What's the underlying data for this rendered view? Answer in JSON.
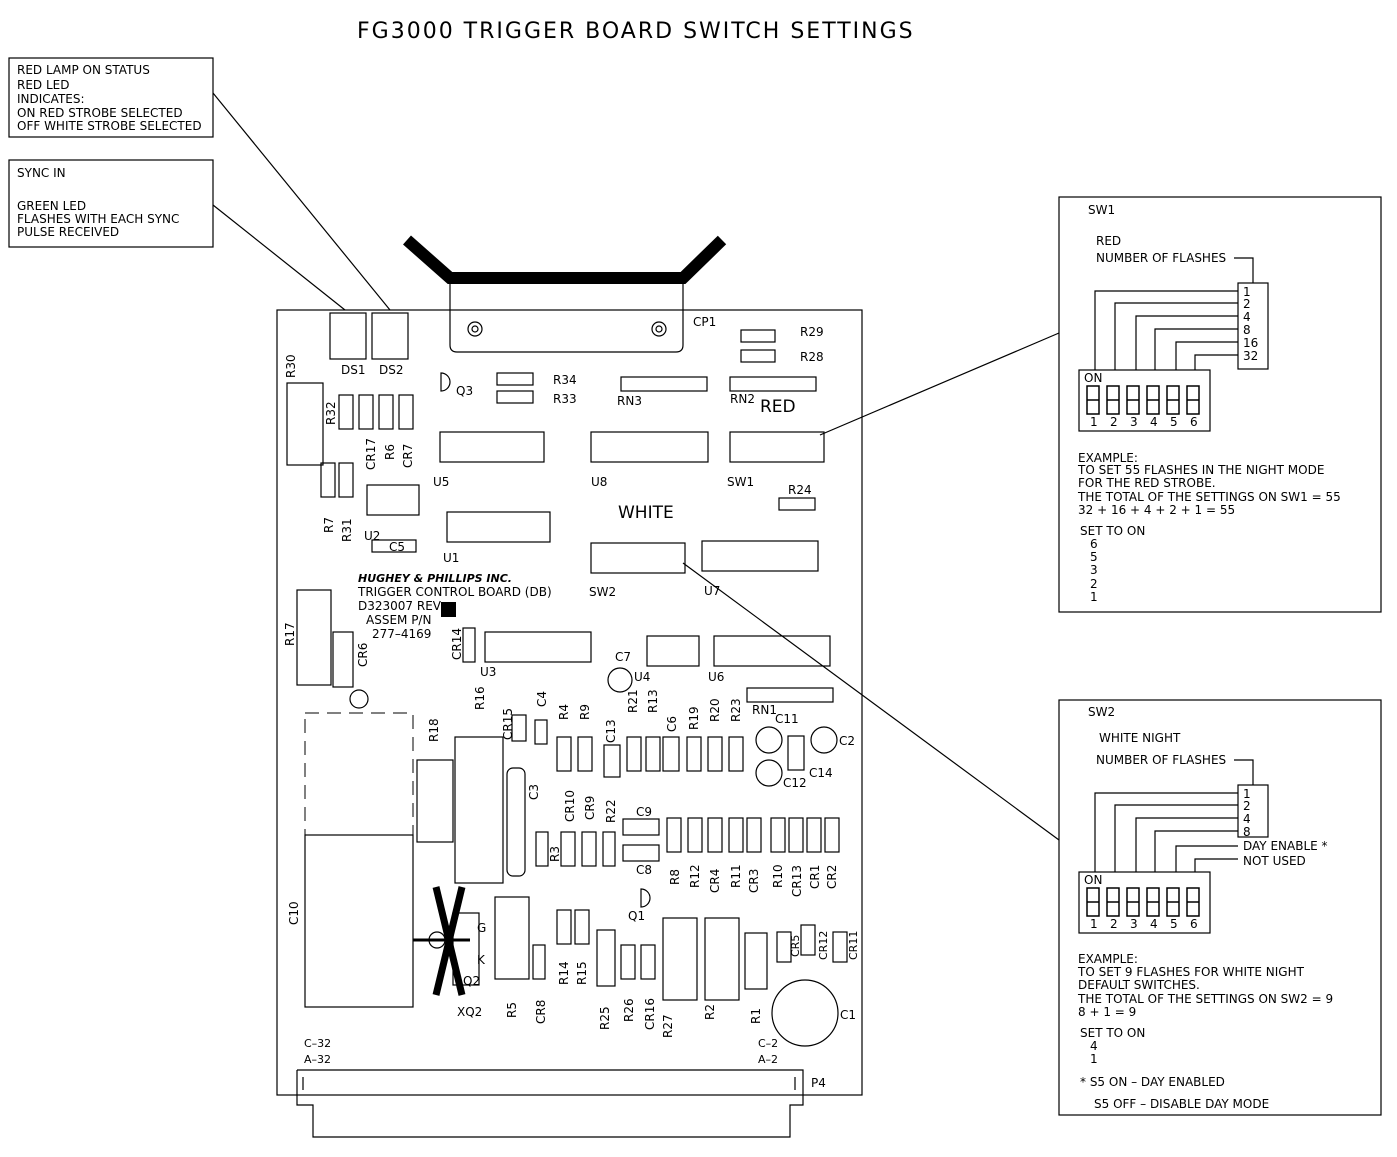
{
  "title": "FG3000  TRIGGER  BOARD  SWITCH  SETTINGS",
  "note_red": {
    "lines": [
      "RED  LAMP  ON  STATUS",
      "RED  LED",
      "INDICATES:",
      "ON  RED  STROBE  SELECTED",
      "OFF  WHITE  STROBE  SELECTED"
    ]
  },
  "note_sync": {
    "lines": [
      "SYNC  IN",
      "GREEN  LED",
      "FLASHES  WITH  EACH  SYNC",
      "PULSE  RECEIVED"
    ]
  },
  "sw1_panel": {
    "header": "SW1",
    "caption": [
      "RED",
      "NUMBER  OF  FLASHES"
    ],
    "values": [
      "1",
      "2",
      "4",
      "8",
      "16",
      "32"
    ],
    "on_label": "ON",
    "numbers": [
      "1",
      "2",
      "3",
      "4",
      "5",
      "6"
    ],
    "example": [
      "EXAMPLE:",
      "TO  SET  55  FLASHES  IN  THE  NIGHT  MODE",
      "FOR  THE  RED  STROBE.",
      "THE  TOTAL  OF  THE  SETTINGS  ON  SW1  =  55",
      "32  +  16  +  4  +  2  +  1  =  55"
    ],
    "set_to_on_label": "SET  TO  ON",
    "set_to_on": [
      "6",
      "5",
      "3",
      "2",
      "1"
    ]
  },
  "sw2_panel": {
    "header": "SW2",
    "caption": [
      "WHITE  NIGHT",
      "NUMBER  OF  FLASHES"
    ],
    "values": [
      "1",
      "2",
      "4",
      "8"
    ],
    "day_enable": "DAY  ENABLE  *",
    "not_used": "NOT  USED",
    "on_label": "ON",
    "numbers": [
      "1",
      "2",
      "3",
      "4",
      "5",
      "6"
    ],
    "example": [
      "EXAMPLE:",
      "TO  SET  9  FLASHES  FOR  WHITE  NIGHT",
      "DEFAULT  SWITCHES.",
      "THE  TOTAL  OF  THE  SETTINGS  ON  SW2  =  9",
      "8  +  1  =  9"
    ],
    "set_to_on_label": "SET  TO  ON",
    "set_to_on": [
      "4",
      "1"
    ],
    "footnotes": [
      "*  S5  ON  –  DAY  ENABLED",
      "S5  OFF  –  DISABLE  DAY  MODE"
    ]
  },
  "board": {
    "maker": "HUGHEY & PHILLIPS INC.",
    "product": "TRIGGER  CONTROL  BOARD  (DB)",
    "part_rev": "D323007  REV",
    "assem": "ASSEM  P/N",
    "assem_no": "277–4169",
    "red_label": "RED",
    "white_label": "WHITE",
    "labels": {
      "DS1": "DS1",
      "DS2": "DS2",
      "CP1": "CP1",
      "R29": "R29",
      "R28": "R28",
      "R34": "R34",
      "R33": "R33",
      "Q3": "Q3",
      "RN3": "RN3",
      "RN2": "RN2",
      "R30": "R30",
      "R32": "R32",
      "CR17": "CR17",
      "R6": "R6",
      "CR7": "CR7",
      "U5": "U5",
      "U8": "U8",
      "SW1": "SW1",
      "R24": "R24",
      "R7": "R7",
      "R31": "R31",
      "U2": "U2",
      "C5": "C5",
      "U1": "U1",
      "SW2": "SW2",
      "U7": "U7",
      "R17": "R17",
      "CR6": "CR6",
      "CR14": "CR14",
      "U3": "U3",
      "C7": "C7",
      "U4": "U4",
      "U6": "U6",
      "RN1": "RN1",
      "R16": "R16",
      "CR15": "CR15",
      "C4": "C4",
      "R4": "R4",
      "R9": "R9",
      "R21": "R21",
      "R13": "R13",
      "C6": "C6",
      "R19": "R19",
      "R20": "R20",
      "R23": "R23",
      "C11": "C11",
      "C2": "C2",
      "C14": "C14",
      "C12": "C12",
      "R18": "R18",
      "C13": "C13",
      "C3": "C3",
      "CR10": "CR10",
      "CR9": "CR9",
      "R22": "R22",
      "C9": "C9",
      "R3": "R3",
      "C8": "C8",
      "R8": "R8",
      "R12": "R12",
      "CR4": "CR4",
      "R11": "R11",
      "CR3": "CR3",
      "R10": "R10",
      "CR13": "CR13",
      "CR1": "CR1",
      "CR2": "CR2",
      "C10": "C10",
      "Q1": "Q1",
      "G": "G",
      "K": "K",
      "Q2": "Q2",
      "XQ2": "XQ2",
      "R5": "R5",
      "CR8": "CR8",
      "R14": "R14",
      "R15": "R15",
      "R25": "R25",
      "R26": "R26",
      "CR16": "CR16",
      "R27": "R27",
      "R2": "R2",
      "R1": "R1",
      "CR5": "CR5",
      "CR12": "CR12",
      "CR11": "CR11",
      "C1": "C1",
      "C32": "C–32",
      "A32": "A–32",
      "C2pin": "C–2",
      "A2": "A–2",
      "P4": "P4"
    }
  }
}
